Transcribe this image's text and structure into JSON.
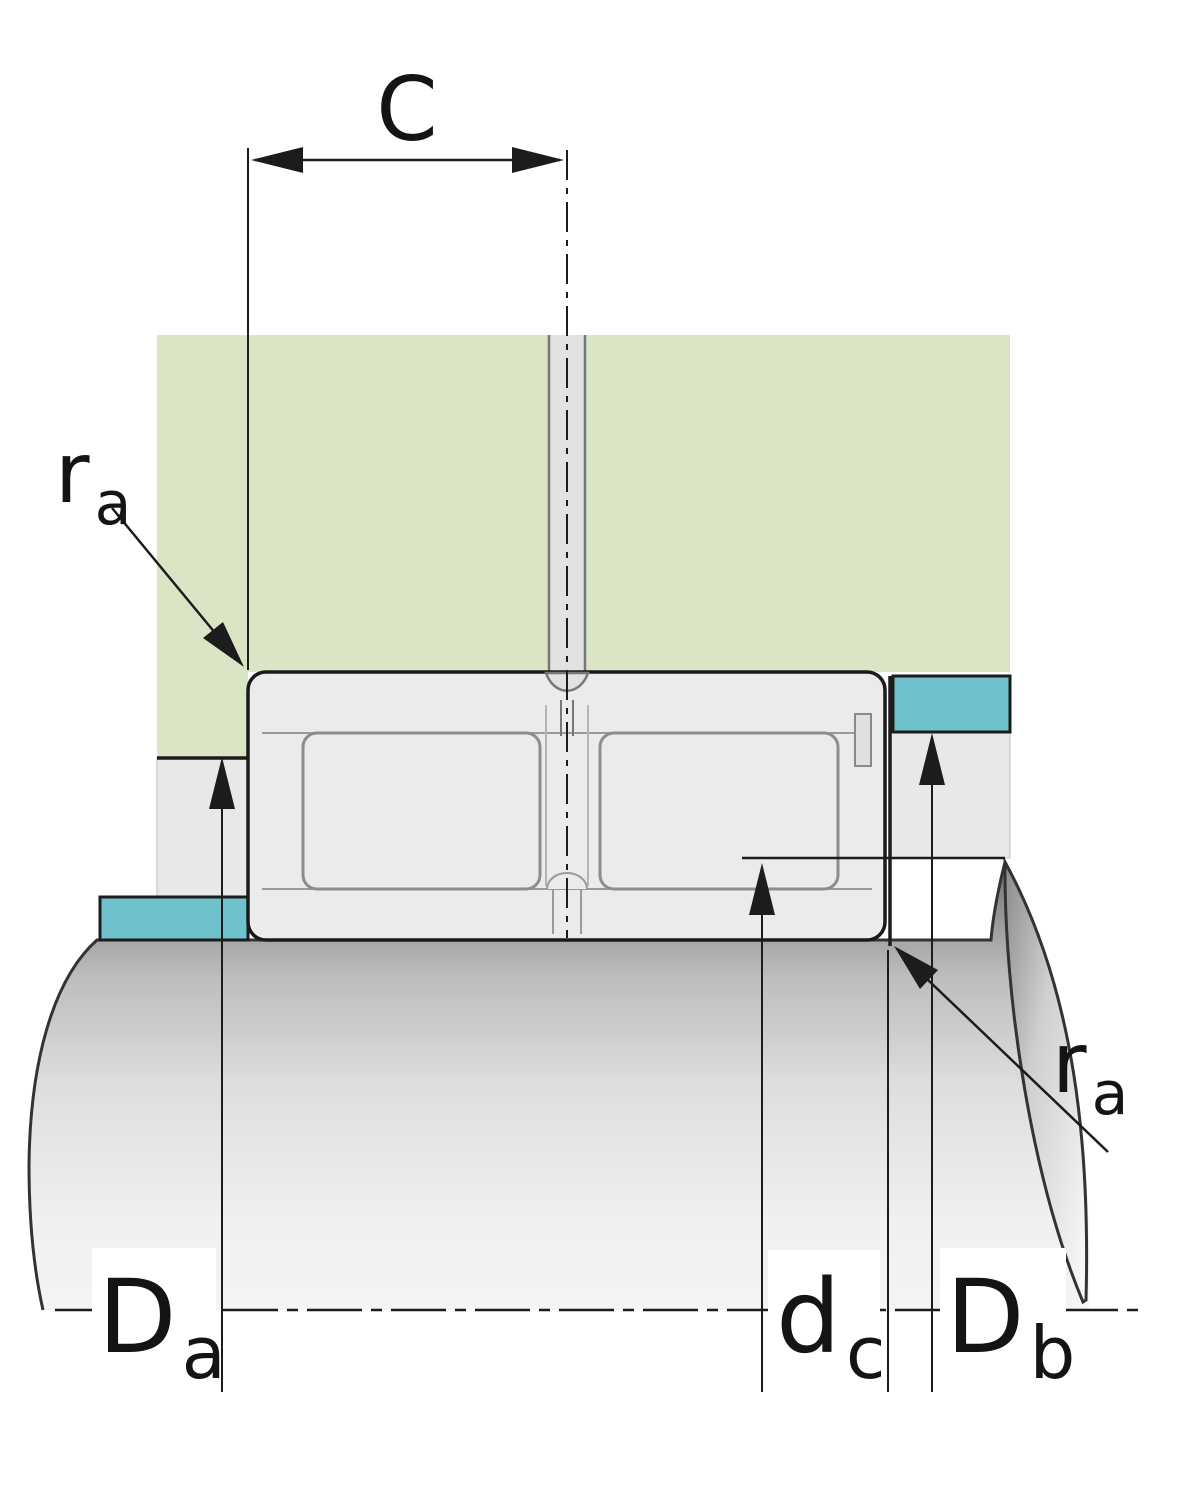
{
  "labels": {
    "c_dim": "C",
    "ra_top": {
      "base": "r",
      "sub": "a"
    },
    "ra_bottom": {
      "base": "r",
      "sub": "a"
    },
    "da": {
      "base": "D",
      "sub": "a"
    },
    "dc": {
      "base": "d",
      "sub": "c"
    },
    "db": {
      "base": "D",
      "sub": "b"
    }
  },
  "colors": {
    "housing_green": "#d9e5c5",
    "ring_teal": "#6fc2cb",
    "bearing_gray": "#ebebeb",
    "line_dark": "#1c1c1c"
  }
}
